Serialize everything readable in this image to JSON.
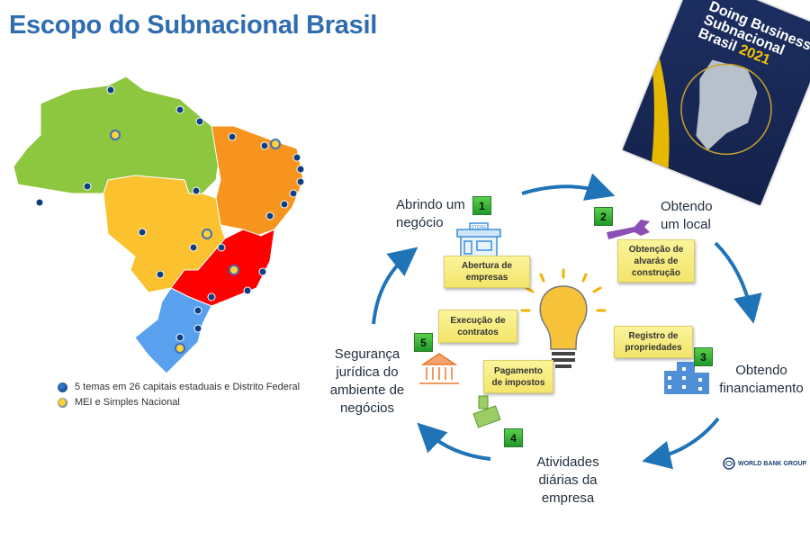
{
  "title": "Escopo do Subnacional Brasil",
  "legend": [
    {
      "label": "5 temas em 26 capitais  estaduais e Distrito Federal",
      "icon": "blue-dot"
    },
    {
      "label": "MEI e Simples Nacional",
      "icon": "gold-dot"
    }
  ],
  "cover": {
    "line1": "Doing Business",
    "line2": "Subnacional",
    "line3": "Brasil",
    "year": "2021"
  },
  "stages": {
    "s1": "Abrindo um negócio",
    "s2": "Obtendo um local",
    "s3": "Obtendo financiamento",
    "s4": "Atividades diárias da empresa",
    "s5": "Segurança jurídica do ambiente de negócios"
  },
  "numbers": [
    "1",
    "2",
    "3",
    "4",
    "5"
  ],
  "boxes": {
    "abertura": "Abertura de empresas",
    "alvaras": "Obtenção de alvarás de construção",
    "execucao": "Execução de contratos",
    "registro": "Registro de propriedades",
    "impostos": "Pagamento de impostos"
  },
  "store_sign": "STORE",
  "logo": "WORLD BANK GROUP",
  "colors": {
    "north": "#8dc63f",
    "northeast": "#f7941d",
    "centerwest": "#fbc12e",
    "southeast": "#ff0000",
    "south": "#59a0ee",
    "arrow": "#1f73b7"
  }
}
